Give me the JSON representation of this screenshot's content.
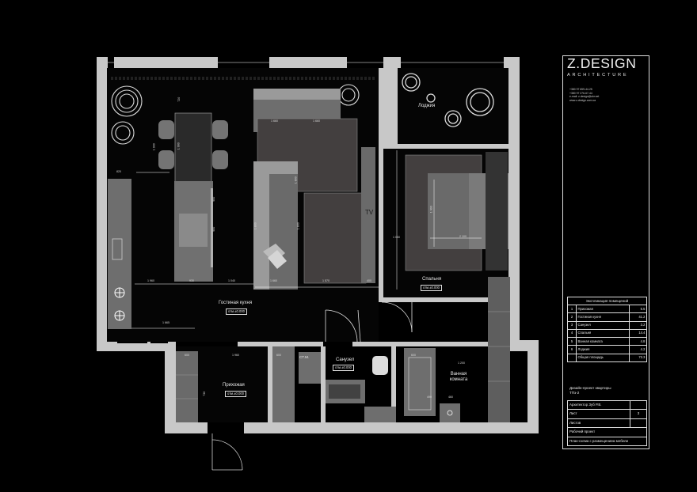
{
  "brand": {
    "name": "Z.DESIGN",
    "subtitle": "ARCHITECTURE",
    "contacts": [
      "+380 97 659-44-25",
      "+380 97 276-67-44",
      "e-mail: z.design@ukr.net",
      "www.z-design.com.ua"
    ]
  },
  "rooms": {
    "living_kitchen": "Гостиная кухня",
    "hall": "Прихожая",
    "bathroom_wc": "Санузел",
    "bedroom": "Спальня",
    "bath": "Ванная комната",
    "loggia": "Лоджия"
  },
  "level_marks": {
    "living_kitchen": "отм.±0.000",
    "hall": "отм.±0.000",
    "bathroom_wc": "отм.±0.000",
    "bedroom": "отм.±0.000"
  },
  "labels": {
    "tv": "TV",
    "washer": "СТ.М."
  },
  "dimensions": {
    "d_720": "720",
    "d_1900_chair": "1 900",
    "d_1900_table": "1 900",
    "d_820": "820",
    "d_1660_sofa_top_a": "1 660",
    "d_1660_sofa_top_b": "1 660",
    "d_1660_sofa_bottom": "1 660",
    "d_1570": "1 570",
    "d_1800_sofa_l": "1 800",
    "d_1800_sofa_r": "1 800",
    "d_1800_sofa_top": "1 800",
    "d_900_kitchen": "900",
    "d_900_kitchen_b": "900",
    "d_1960": "1 960",
    "d_1040": "1 040",
    "d_400": "400",
    "d_1900_bed": "1 900",
    "d_1050": "1 050",
    "d_2100": "2 100",
    "d_1665": "1 665",
    "d_930": "930",
    "d_600_a": "600",
    "d_600_b": "600",
    "d_600_c": "600",
    "d_1200": "1 200",
    "d_1960_hall": "1 960",
    "d_730": "730",
    "d_460": "460",
    "d_490": "490"
  },
  "explication": {
    "title": "Экспликация помещений",
    "rows": [
      {
        "n": "1",
        "name": "Прихожая",
        "area": "5.5"
      },
      {
        "n": "2",
        "name": "Гостиная кухня",
        "area": "41.2"
      },
      {
        "n": "3",
        "name": "Санузел",
        "area": "3.2"
      },
      {
        "n": "4",
        "name": "Спальня",
        "area": "14.4"
      },
      {
        "n": "5",
        "name": "Ванная комната",
        "area": "4.8"
      },
      {
        "n": "6",
        "name": "Лоджия",
        "area": "4.2"
      },
      {
        "n": "",
        "name": "Общая площадь",
        "area": "73.3"
      }
    ]
  },
  "project": {
    "title": "Дизайн-проект квартиры",
    "object": "ТПз-2"
  },
  "meta_rows": [
    {
      "label": "Архитектор Зуб Р.В.",
      "value": ""
    },
    {
      "label": "Лист",
      "value": "3"
    },
    {
      "label": "Листов",
      "value": ""
    },
    {
      "label": "Рабочий проект",
      "value": ""
    },
    {
      "label": "План-схема с размещением мебели",
      "value": ""
    }
  ]
}
